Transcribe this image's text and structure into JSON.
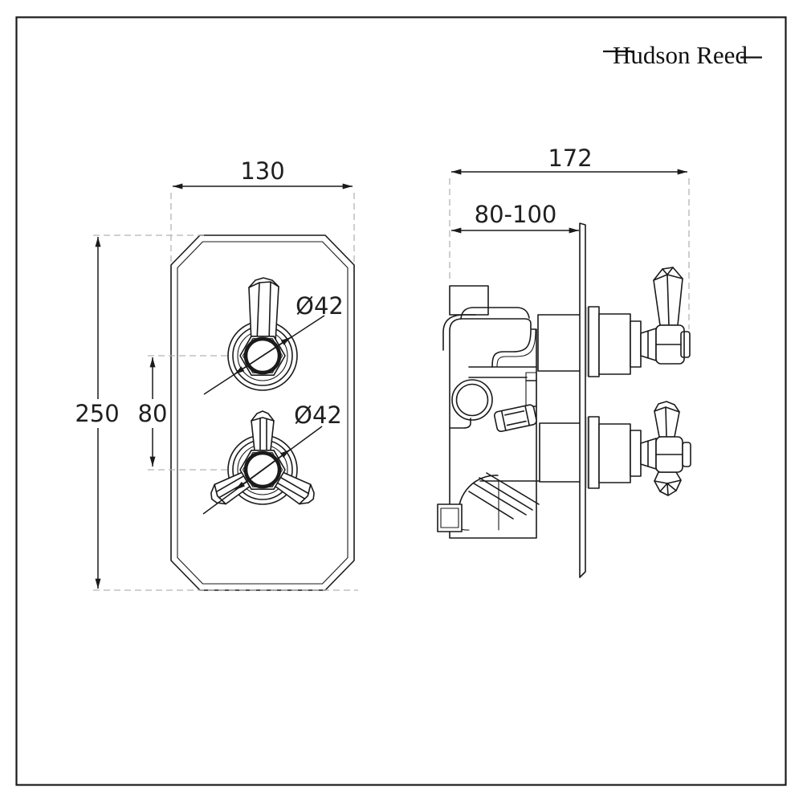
{
  "drawing": {
    "brand": "Hudson Reed",
    "front_view": {
      "width_label": "130",
      "height_label": "250",
      "handle_spacing_label": "80",
      "top_handle_diameter_label": "Ø42",
      "bottom_handle_diameter_label": "Ø42"
    },
    "side_view": {
      "total_depth_label": "172",
      "recess_depth_label": "80-100"
    },
    "colors": {
      "line": "#1a1a1a",
      "dashed_line": "#b3b3b3",
      "background": "#ffffff"
    }
  }
}
